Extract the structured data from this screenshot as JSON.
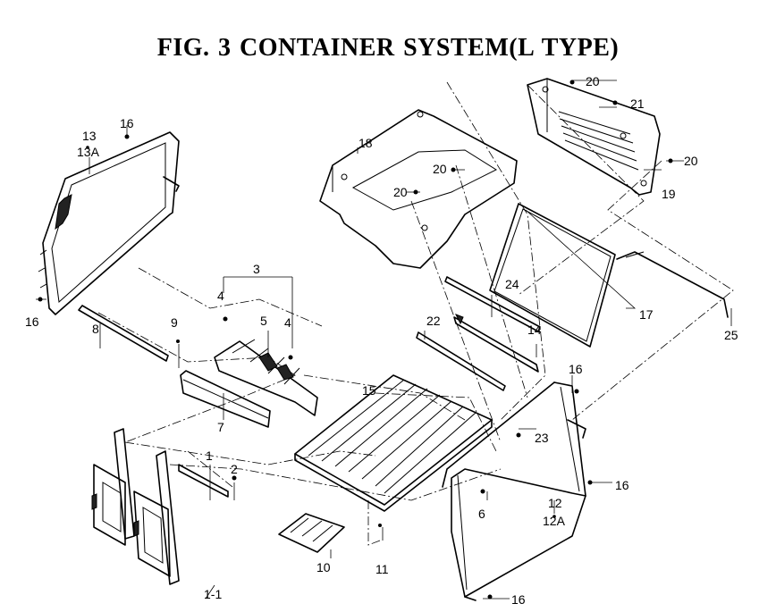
{
  "figure": {
    "title": "FIG.  3  CONTAINER SYSTEM(L TYPE)"
  },
  "callouts": {
    "c1": "1",
    "c1_1": "1-1",
    "c2": "2",
    "c3": "3",
    "c4a": "4",
    "c4b": "4",
    "c5": "5",
    "c6": "6",
    "c7": "7",
    "c8": "8",
    "c9": "9",
    "c10": "10",
    "c11": "11",
    "c12": "12",
    "c12a": "12A",
    "c13": "13",
    "c13a": "13A",
    "c14": "14",
    "c15": "15",
    "c16a": "16",
    "c16b": "16",
    "c16c": "16",
    "c16d": "16",
    "c16e": "16",
    "c17": "17",
    "c18": "18",
    "c19": "19",
    "c20a": "20",
    "c20b": "20",
    "c20c": "20",
    "c20d": "20",
    "c21": "21",
    "c22": "22",
    "c23": "23",
    "c24": "24",
    "c25": "25"
  }
}
